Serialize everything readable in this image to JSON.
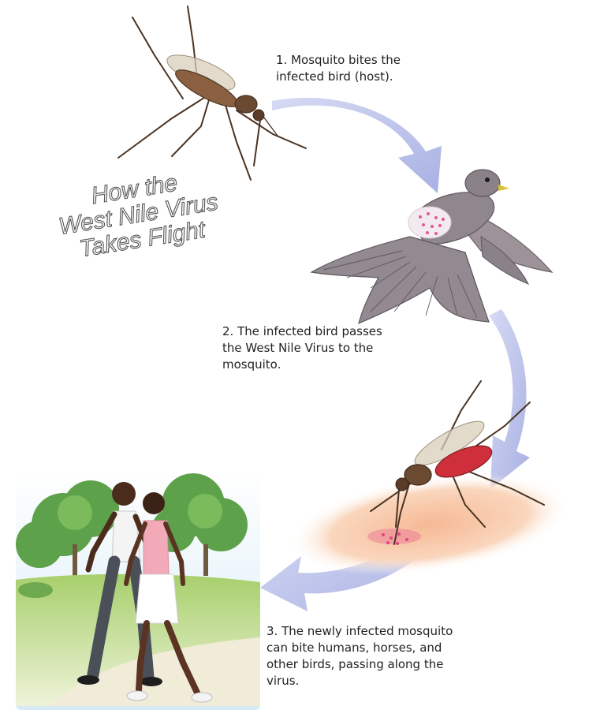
{
  "title": {
    "line1": "How the",
    "line2": "West Nile Virus",
    "line3": "Takes Flight"
  },
  "steps": [
    {
      "text": "1. Mosquito bites the\n    infected bird (host)."
    },
    {
      "text": "2. The infected bird passes\n    the West Nile Virus to the\n    mosquito."
    },
    {
      "text": "3. The newly infected mosquito\n    can bite humans, horses, and\n    other birds, passing along the\n    virus."
    }
  ],
  "colors": {
    "arrow": "#a9b1e3",
    "bird": "#8a8288",
    "mosquito_body": "#6b4a32",
    "blood": "#d0343c",
    "skin": "#f7c9a6",
    "sky": "#d9ecf7",
    "grass": "#8fbf5a",
    "tree": "#5da14b"
  },
  "icons": [
    "mosquito-icon",
    "bird-icon",
    "feeding-mosquito-icon",
    "walking-couple-icon",
    "cycle-arrow-icon"
  ]
}
